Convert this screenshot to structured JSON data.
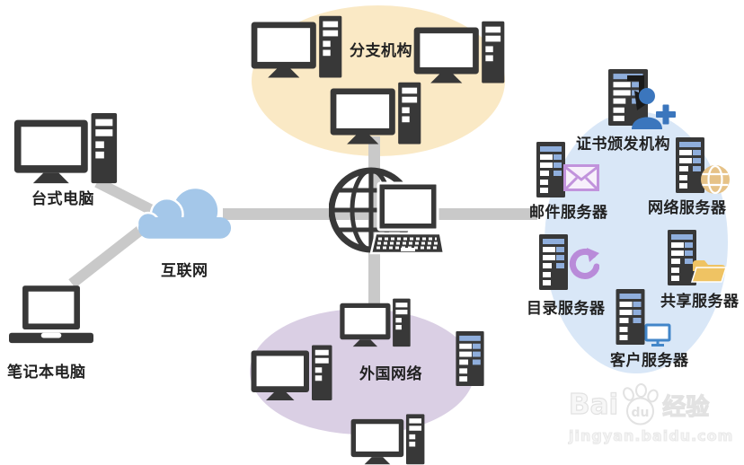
{
  "labels": {
    "desktop": "台式电脑",
    "laptop": "笔记本电脑",
    "internet": "互联网",
    "branch": "分支机构",
    "foreign": "外国网络",
    "ca": "证书颁发机构",
    "mail": "邮件服务器",
    "web": "网络服务器",
    "directory": "目录服务器",
    "share": "共享服务器",
    "client": "客户服务器"
  },
  "watermark": {
    "bai": "Bai",
    "du": "du",
    "suffix": "经验",
    "url": "jingyan.baidu.com"
  },
  "icons": {
    "desktop": "desktop-computer",
    "laptop": "laptop",
    "cloud": "internet-cloud",
    "center": "globe-with-laptop",
    "server": "server-rack",
    "mail": "envelope",
    "web": "gold-globe",
    "ca": "user-add-with-arrow",
    "directory": "sync-arrow",
    "share": "folder",
    "client": "small-monitor",
    "watermark": "baidu-paw"
  },
  "colors": {
    "background": "#FFFFFF",
    "branch_ellipse": "#FAE9C5",
    "intranet_ellipse": "#D9E7F7",
    "foreign_ellipse": "#DACFE4",
    "cloud_blue": "#A4C7E9",
    "connector_grey": "#C9C9C9",
    "icon_dark": "#383838",
    "server_stripe_blue": "#8FAEDC",
    "mail_purple": "#C193DC",
    "web_gold": "#E6C287",
    "user_blue": "#3B76BD",
    "sync_purple": "#B98BD9",
    "folder_gold": "#EFC363",
    "client_blue": "#4286C9"
  }
}
